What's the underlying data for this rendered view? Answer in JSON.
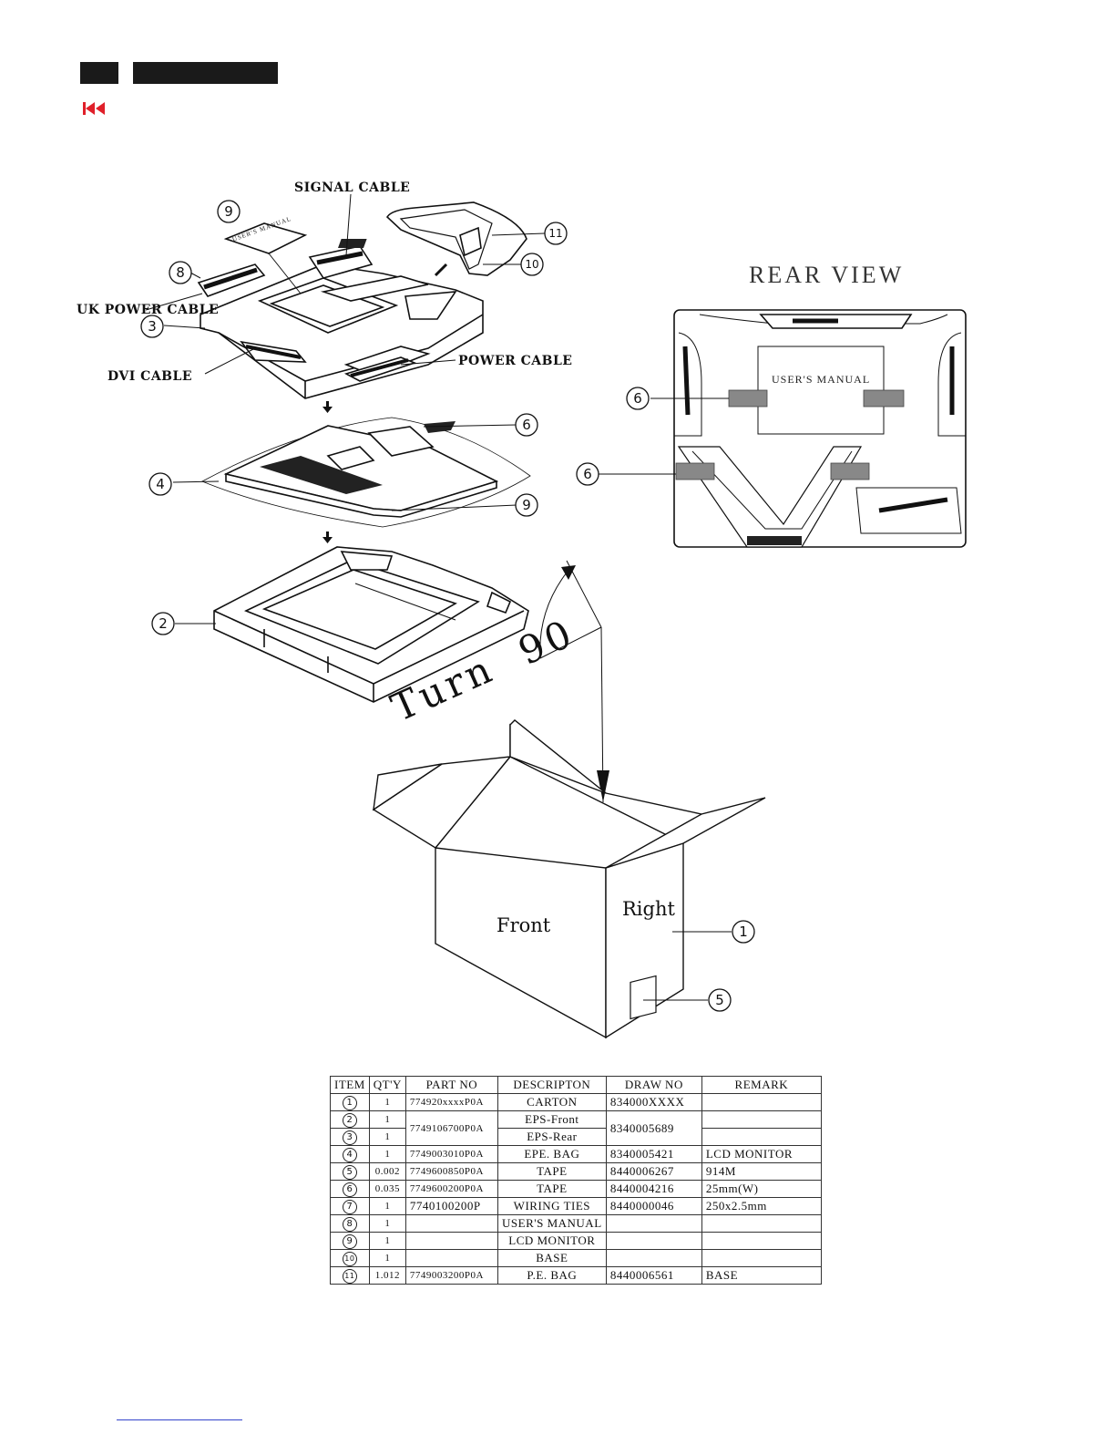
{
  "nav": {
    "back_icon": "rewind-icon",
    "accent": "#e0202a"
  },
  "exploded_view": {
    "labels": {
      "signal_cable": "SIGNAL CABLE",
      "uk_power_cable": "UK POWER CABLE",
      "dvi_cable": "DVI CABLE",
      "power_cable": "POWER CABLE",
      "users_manual": "USER'S MANUAL",
      "turn": "Turn  90",
      "front": "Front",
      "right": "Right"
    },
    "callouts": [
      "1",
      "2",
      "3",
      "4",
      "5",
      "6",
      "8",
      "9",
      "10",
      "11"
    ]
  },
  "rear_view": {
    "title": "REAR VIEW",
    "users_manual": "USER'S MANUAL",
    "callouts": [
      "6",
      "6"
    ]
  },
  "parts_table": {
    "headers": [
      "ITEM",
      "QT'Y",
      "PART NO",
      "DESCRIPTON",
      "DRAW NO",
      "REMARK"
    ],
    "rows": [
      {
        "item": "1",
        "qty": "1",
        "part": "774920xxxxP0A",
        "desc": "CARTON",
        "draw": "834000XXXX",
        "remark": ""
      },
      {
        "item": "2",
        "qty": "1",
        "part": "7749106700P0A",
        "desc": "EPS-Front",
        "draw": "8340005689",
        "remark": ""
      },
      {
        "item": "3",
        "qty": "1",
        "part": "",
        "desc": "EPS-Rear",
        "draw": "",
        "remark": ""
      },
      {
        "item": "4",
        "qty": "1",
        "part": "7749003010P0A",
        "desc": "EPE. BAG",
        "draw": "8340005421",
        "remark": "LCD MONITOR"
      },
      {
        "item": "5",
        "qty": "0.002",
        "part": "7749600850P0A",
        "desc": "TAPE",
        "draw": "8440006267",
        "remark": "914M"
      },
      {
        "item": "6",
        "qty": "0.035",
        "part": "7749600200P0A",
        "desc": "TAPE",
        "draw": "8440004216",
        "remark": "25mm(W)"
      },
      {
        "item": "7",
        "qty": "1",
        "part": "7740100200P",
        "desc": "WIRING TIES",
        "draw": "8440000046",
        "remark": "250x2.5mm"
      },
      {
        "item": "8",
        "qty": "1",
        "part": "",
        "desc": "USER'S MANUAL",
        "draw": "",
        "remark": ""
      },
      {
        "item": "9",
        "qty": "1",
        "part": "",
        "desc": "LCD MONITOR",
        "draw": "",
        "remark": ""
      },
      {
        "item": "10",
        "qty": "1",
        "part": "",
        "desc": "BASE",
        "draw": "",
        "remark": ""
      },
      {
        "item": "11",
        "qty": "1.012",
        "part": "7749003200P0A",
        "desc": "P.E. BAG",
        "draw": "8440006561",
        "remark": "BASE"
      }
    ]
  }
}
